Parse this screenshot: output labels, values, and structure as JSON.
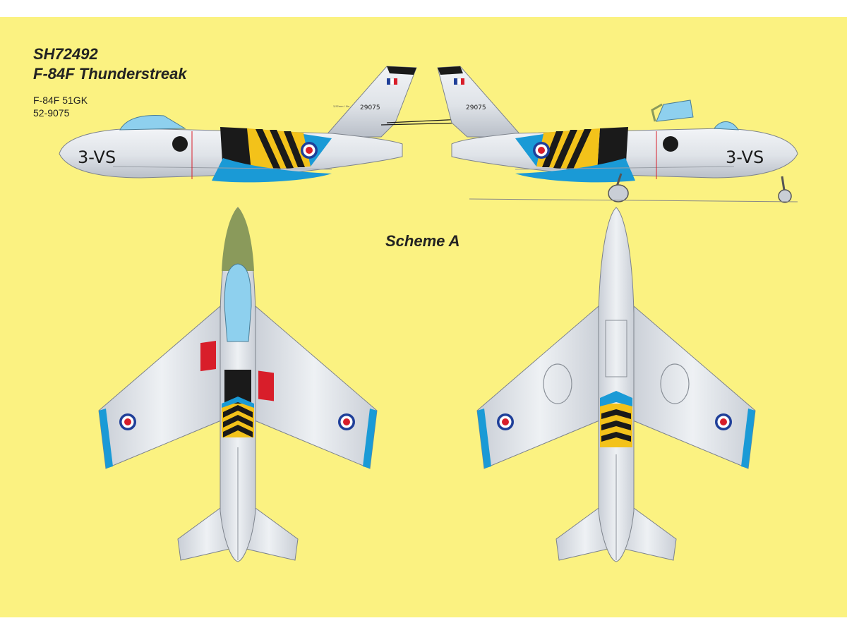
{
  "header": {
    "code": "SH72492",
    "model": "F-84F Thunderstreak",
    "variant": "F-84F 51GK",
    "serial": "52-9075"
  },
  "scheme_label": "Scheme A",
  "aircraft": {
    "fuselage_code": "3-VS",
    "tail_serial": "29075",
    "tail_note": "3,52mm / 9in"
  },
  "colors": {
    "background": "#fbf281",
    "metal": "#dfe3e8",
    "blue": "#1a9ad6",
    "yellow": "#f3c21a",
    "black": "#1a1a1a",
    "red": "#d81e2a",
    "olive": "#8a9a5b",
    "canopy": "#8ed0ee"
  }
}
